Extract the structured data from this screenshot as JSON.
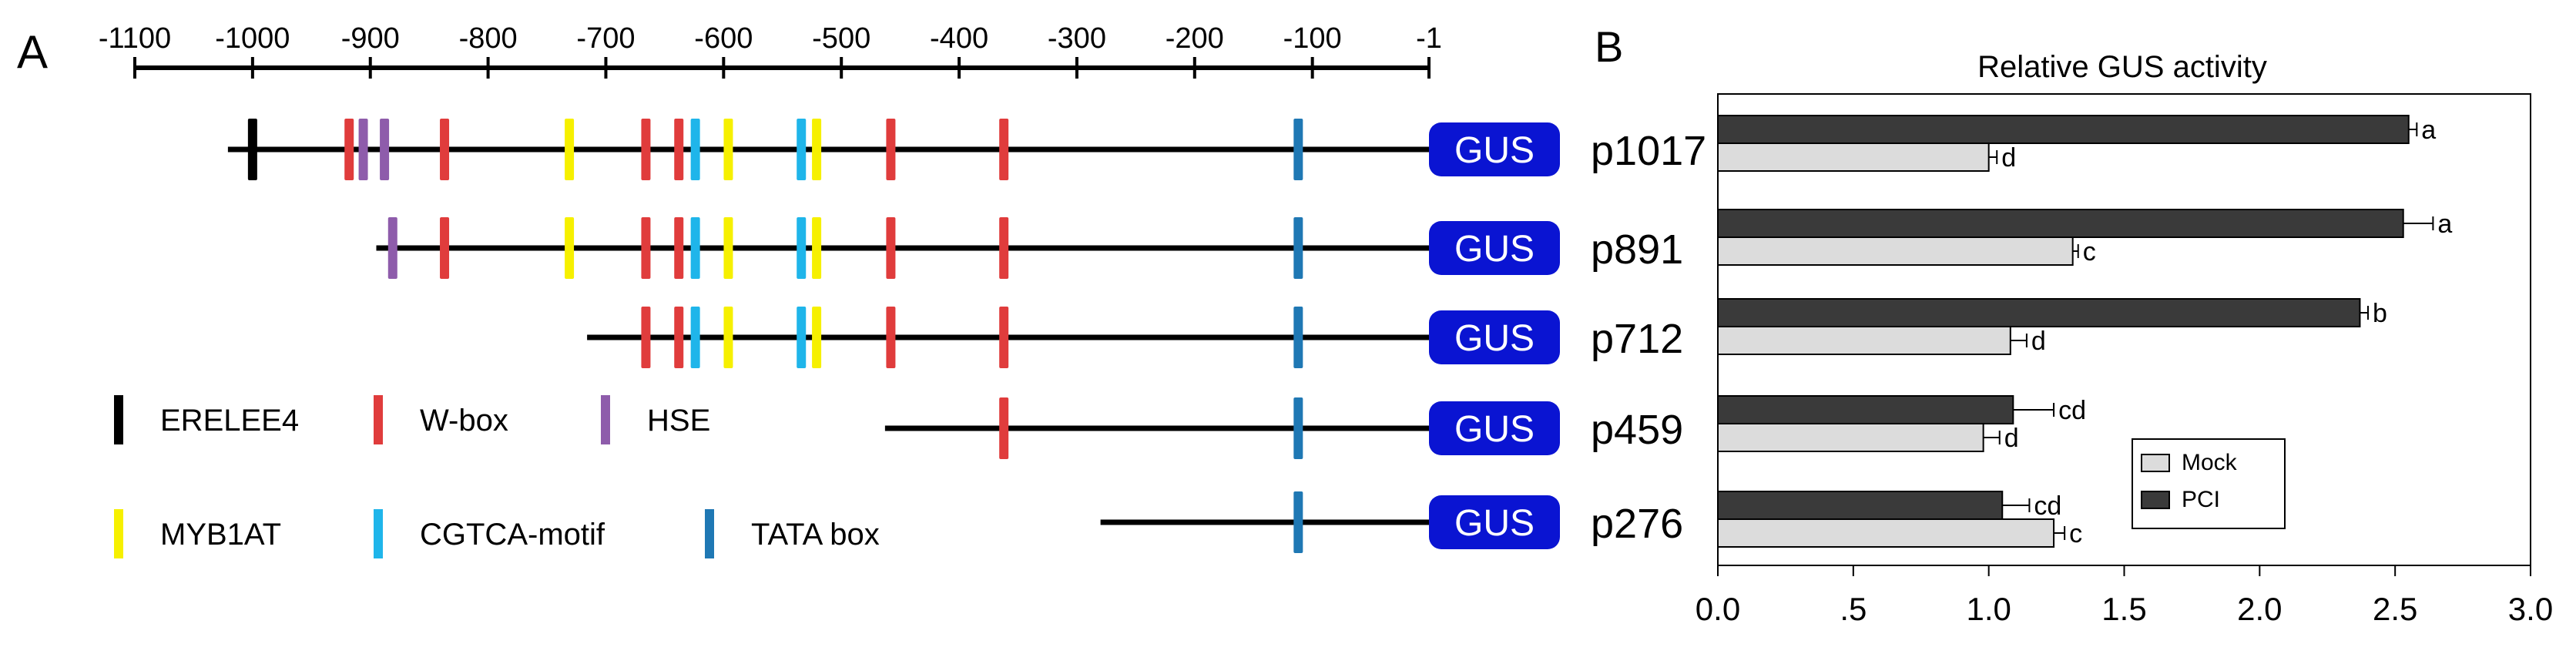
{
  "panel_a": {
    "label": "A",
    "scale_ticks": [
      "-1100",
      "-1000",
      "-900",
      "-800",
      "-700",
      "-600",
      "-500",
      "-400",
      "-300",
      "-200",
      "-100",
      "-1"
    ],
    "reporter_label": "GUS",
    "constructs": [
      {
        "name": "p1017",
        "start": -1017,
        "elements": [
          {
            "type": "ERELEE4",
            "pos": -1000
          },
          {
            "type": "W-box",
            "pos": -918
          },
          {
            "type": "HSE",
            "pos": -906
          },
          {
            "type": "HSE",
            "pos": -888
          },
          {
            "type": "W-box",
            "pos": -837
          },
          {
            "type": "MYB1AT",
            "pos": -731
          },
          {
            "type": "W-box",
            "pos": -666
          },
          {
            "type": "W-box",
            "pos": -638
          },
          {
            "type": "CGTCA-motif",
            "pos": -624
          },
          {
            "type": "MYB1AT",
            "pos": -596
          },
          {
            "type": "CGTCA-motif",
            "pos": -534
          },
          {
            "type": "MYB1AT",
            "pos": -521
          },
          {
            "type": "W-box",
            "pos": -458
          },
          {
            "type": "W-box",
            "pos": -362
          },
          {
            "type": "TATA box",
            "pos": -112
          }
        ]
      },
      {
        "name": "p891",
        "start": -891,
        "elements": [
          {
            "type": "HSE",
            "pos": -881
          },
          {
            "type": "W-box",
            "pos": -837
          },
          {
            "type": "MYB1AT",
            "pos": -731
          },
          {
            "type": "W-box",
            "pos": -666
          },
          {
            "type": "W-box",
            "pos": -638
          },
          {
            "type": "CGTCA-motif",
            "pos": -624
          },
          {
            "type": "MYB1AT",
            "pos": -596
          },
          {
            "type": "CGTCA-motif",
            "pos": -534
          },
          {
            "type": "MYB1AT",
            "pos": -521
          },
          {
            "type": "W-box",
            "pos": -458
          },
          {
            "type": "W-box",
            "pos": -362
          },
          {
            "type": "TATA box",
            "pos": -112
          }
        ]
      },
      {
        "name": "p712",
        "start": -712,
        "elements": [
          {
            "type": "W-box",
            "pos": -666
          },
          {
            "type": "W-box",
            "pos": -638
          },
          {
            "type": "CGTCA-motif",
            "pos": -624
          },
          {
            "type": "MYB1AT",
            "pos": -596
          },
          {
            "type": "CGTCA-motif",
            "pos": -534
          },
          {
            "type": "MYB1AT",
            "pos": -521
          },
          {
            "type": "W-box",
            "pos": -458
          },
          {
            "type": "W-box",
            "pos": -362
          },
          {
            "type": "TATA box",
            "pos": -112
          }
        ]
      },
      {
        "name": "p459",
        "start": -459,
        "elements": [
          {
            "type": "W-box",
            "pos": -362
          },
          {
            "type": "TATA box",
            "pos": -112
          }
        ]
      },
      {
        "name": "p276",
        "start": -276,
        "elements": [
          {
            "type": "TATA box",
            "pos": -112
          }
        ]
      }
    ],
    "legend": [
      {
        "label": "ERELEE4",
        "color": "#000000"
      },
      {
        "label": "W-box",
        "color": "#e03c3c"
      },
      {
        "label": "HSE",
        "color": "#8e5cab"
      },
      {
        "label": "MYB1AT",
        "color": "#f6f000"
      },
      {
        "label": "CGTCA-motif",
        "color": "#1fb5ea"
      },
      {
        "label": "TATA box",
        "color": "#1f78b4"
      }
    ],
    "colors": {
      "gus_box": "#0a14d2",
      "gus_text": "#ffffff"
    }
  },
  "chart_data": {
    "type": "bar",
    "orientation": "horizontal",
    "panel_label": "B",
    "title": "Relative GUS activity",
    "categories": [
      "p1017",
      "p891",
      "p712",
      "p459",
      "p276"
    ],
    "series": [
      {
        "name": "PCI",
        "color": "#3a3a3a",
        "values": [
          2.55,
          2.53,
          2.37,
          1.09,
          1.05
        ],
        "errors": [
          0.03,
          0.11,
          0.03,
          0.15,
          0.1
        ],
        "labels": [
          "a",
          "a",
          "b",
          "cd",
          "cd"
        ]
      },
      {
        "name": "Mock",
        "color": "#dcdcdc",
        "values": [
          1.0,
          1.31,
          1.08,
          0.98,
          1.24
        ],
        "errors": [
          0.03,
          0.02,
          0.06,
          0.06,
          0.04
        ],
        "labels": [
          "d",
          "c",
          "d",
          "d",
          "c"
        ]
      }
    ],
    "xlim": [
      0,
      3.0
    ],
    "xticks": [
      "0.0",
      ".5",
      "1.0",
      "1.5",
      "2.0",
      "2.5",
      "3.0"
    ],
    "legend_position": "bottom-right"
  }
}
